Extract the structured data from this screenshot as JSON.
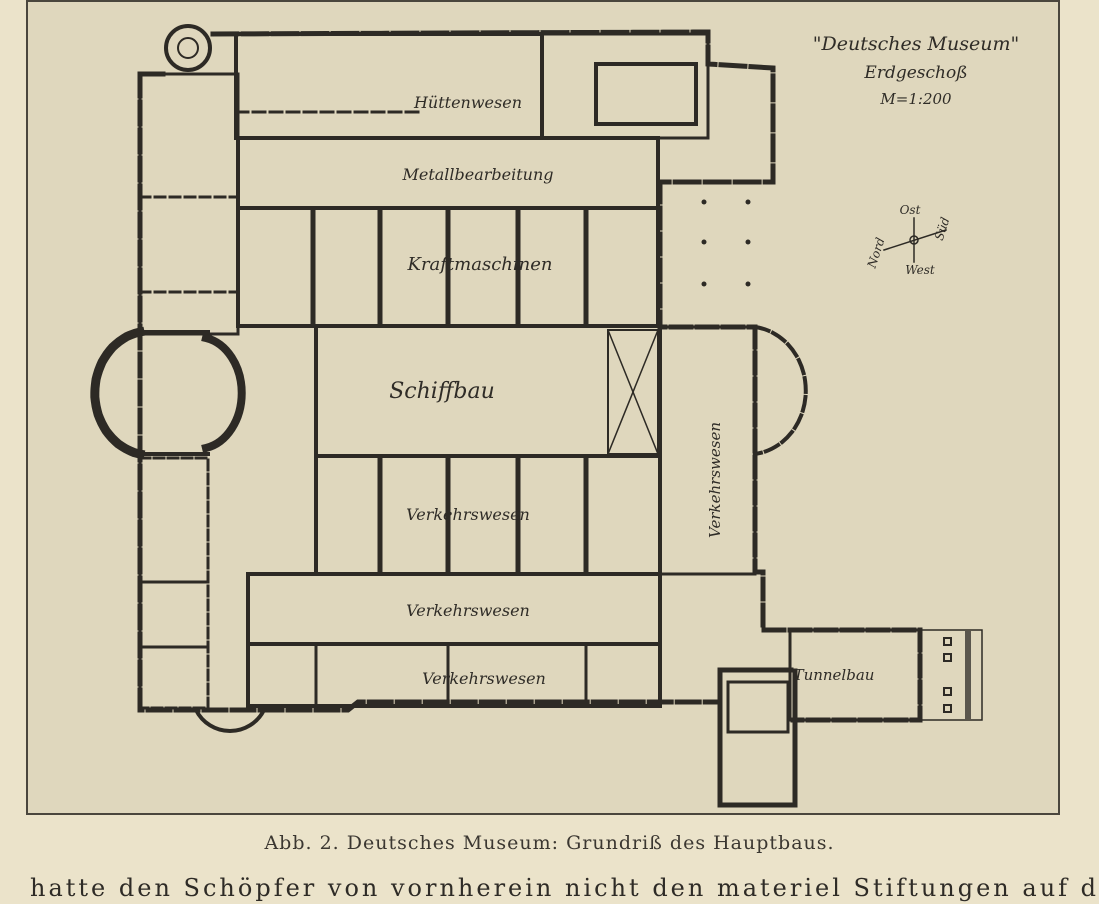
{
  "stamp": {
    "title": "\"Deutsches Museum\"",
    "floor": "Erdgeschoß",
    "scale": "M=1:200"
  },
  "rooms": {
    "huettenwesen": "Hüttenwesen",
    "metallbearbeitung": "Metallbearbeitung",
    "kraftmaschinen": "Kraftmaschinen",
    "schiffbau": "Schiffbau",
    "verkehrswesen_1": "Verkehrswesen",
    "verkehrswesen_vertical": "Verkehrswesen",
    "verkehrswesen_2": "Verkehrswesen",
    "verkehrswesen_3": "Verkehrswesen",
    "tunnelbau": "Tunnelbau"
  },
  "compass": {
    "north": "Ost",
    "south": "West",
    "east": "Süd",
    "west": "Nord"
  },
  "caption": "Abb. 2. Deutsches Museum: Grundriß des Hauptbaus.",
  "body_text": "hatte den Schöpfer von vornherein nicht den materiel Stiftungen auf die d",
  "colors": {
    "paper": "#ebe3ca",
    "plate": "#dfd7bd",
    "ink": "#2f2c27"
  }
}
